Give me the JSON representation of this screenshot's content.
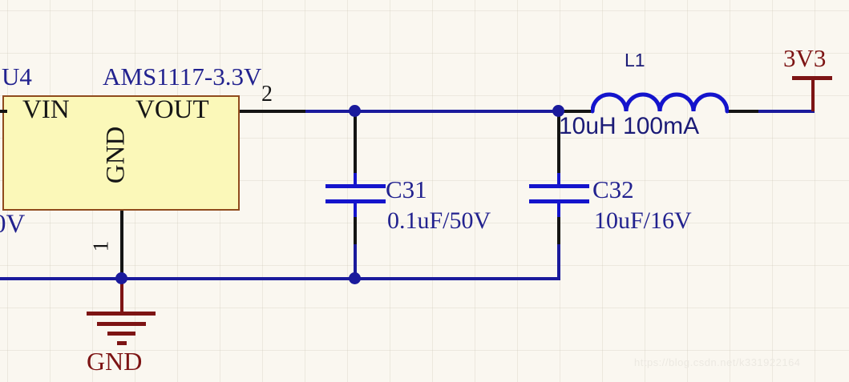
{
  "watermark": "https://blog.csdn.net/k331922164",
  "regulator": {
    "designator": "U4",
    "part_number": "AMS1117-3.3V",
    "pin_vin": "VIN",
    "pin_vout": "VOUT",
    "pin_gnd": "GND",
    "pin1_number": "1",
    "pin2_number": "2"
  },
  "capacitor_c31": {
    "designator": "C31",
    "value": "0.1uF/50V"
  },
  "capacitor_c32": {
    "designator": "C32",
    "value": "10uF/16V"
  },
  "inductor_l1": {
    "designator": "L1",
    "value": "10uH 100mA"
  },
  "net_labels": {
    "input_partial": "0V",
    "output_power": "3V3",
    "ground": "GND"
  },
  "colors": {
    "background": "#FAF7F0",
    "wire_blue": "#1A1A9C",
    "symbol_blue": "#1414CC",
    "pin_black": "#141414",
    "power_dark_red": "#7D1414",
    "text_navy": "#22228F",
    "body_fill": "#FBF8B9",
    "body_border": "#8F4B1D"
  }
}
